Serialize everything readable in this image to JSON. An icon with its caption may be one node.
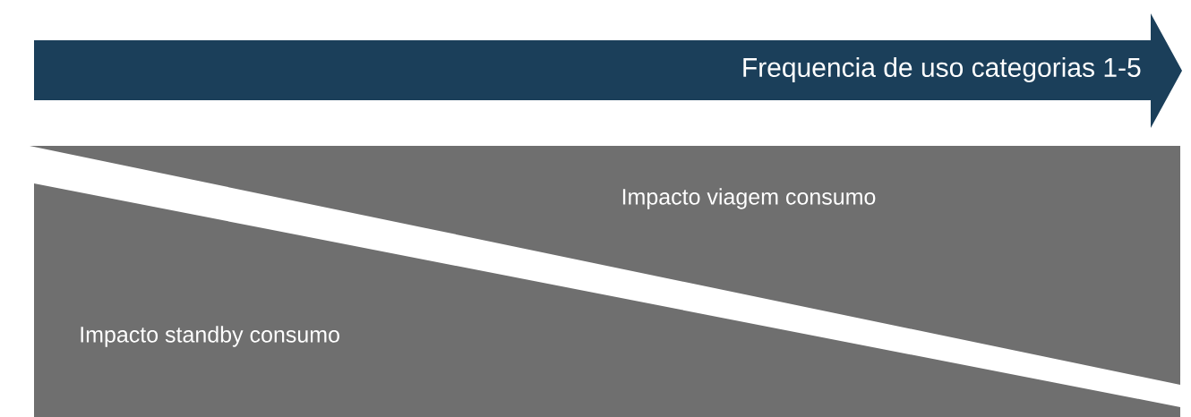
{
  "diagram": {
    "nodes": [
      {
        "text": [
          "Frequencia de uso categorias 1-5"
        ]
      },
      {
        "text": [
          "Impacto viagem consumo"
        ]
      },
      {
        "text": [
          "Impacto standby consumo"
        ]
      }
    ]
  }
}
